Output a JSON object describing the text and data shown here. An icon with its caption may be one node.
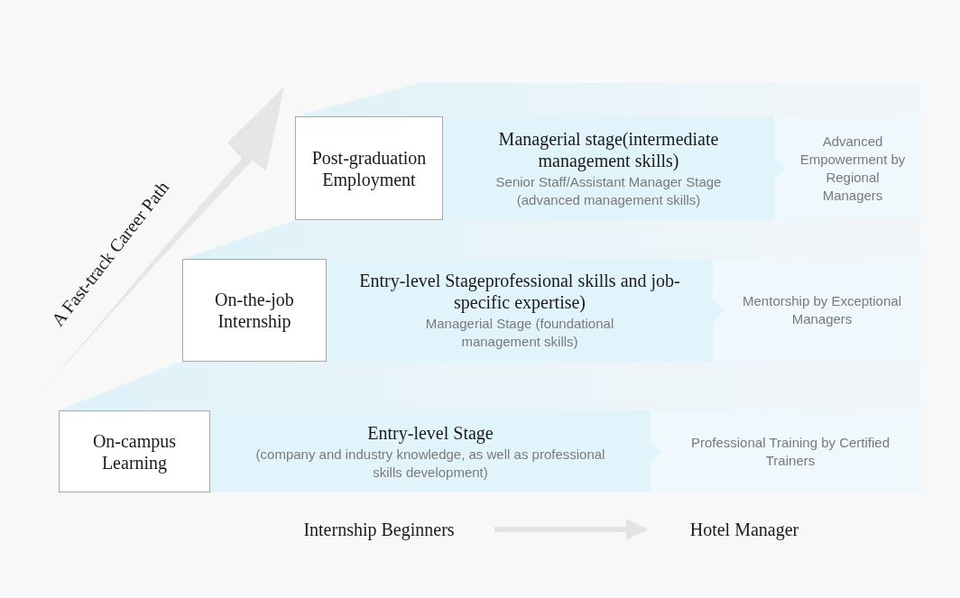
{
  "diagram": {
    "nodes": [
      {
        "text": [
          "On-campus Learning"
        ]
      },
      {
        "text": [
          "Entry-level Stage",
          "(company and industry knowledge, as well as professional skills development)"
        ]
      },
      {
        "text": [
          "Professional Training by Certified Trainers"
        ]
      },
      {
        "text": [
          "On-the-job Internship"
        ]
      },
      {
        "text": [
          "Entry-level Stageprofessional skills and job-specific expertise)",
          "Managerial Stage (foundational management skills)"
        ]
      },
      {
        "text": [
          "Mentorship by Exceptional Managers"
        ]
      },
      {
        "text": [
          "Post-graduation Employment"
        ]
      },
      {
        "text": [
          "Managerial stage(intermediate management skills)",
          "Senior Staff/Assistant Manager Stage (advanced management skills)"
        ]
      },
      {
        "text": [
          "Advanced Empowerment by Regional Managers"
        ]
      },
      {
        "text": [
          "Internship Beginners"
        ]
      },
      {
        "text": [
          "Hotel Manager"
        ]
      }
    ],
    "edges": [
      {
        "from": 9,
        "to": 10,
        "arrow": "to"
      }
    ],
    "labels": [
      "A Fast-track Career Path"
    ]
  }
}
